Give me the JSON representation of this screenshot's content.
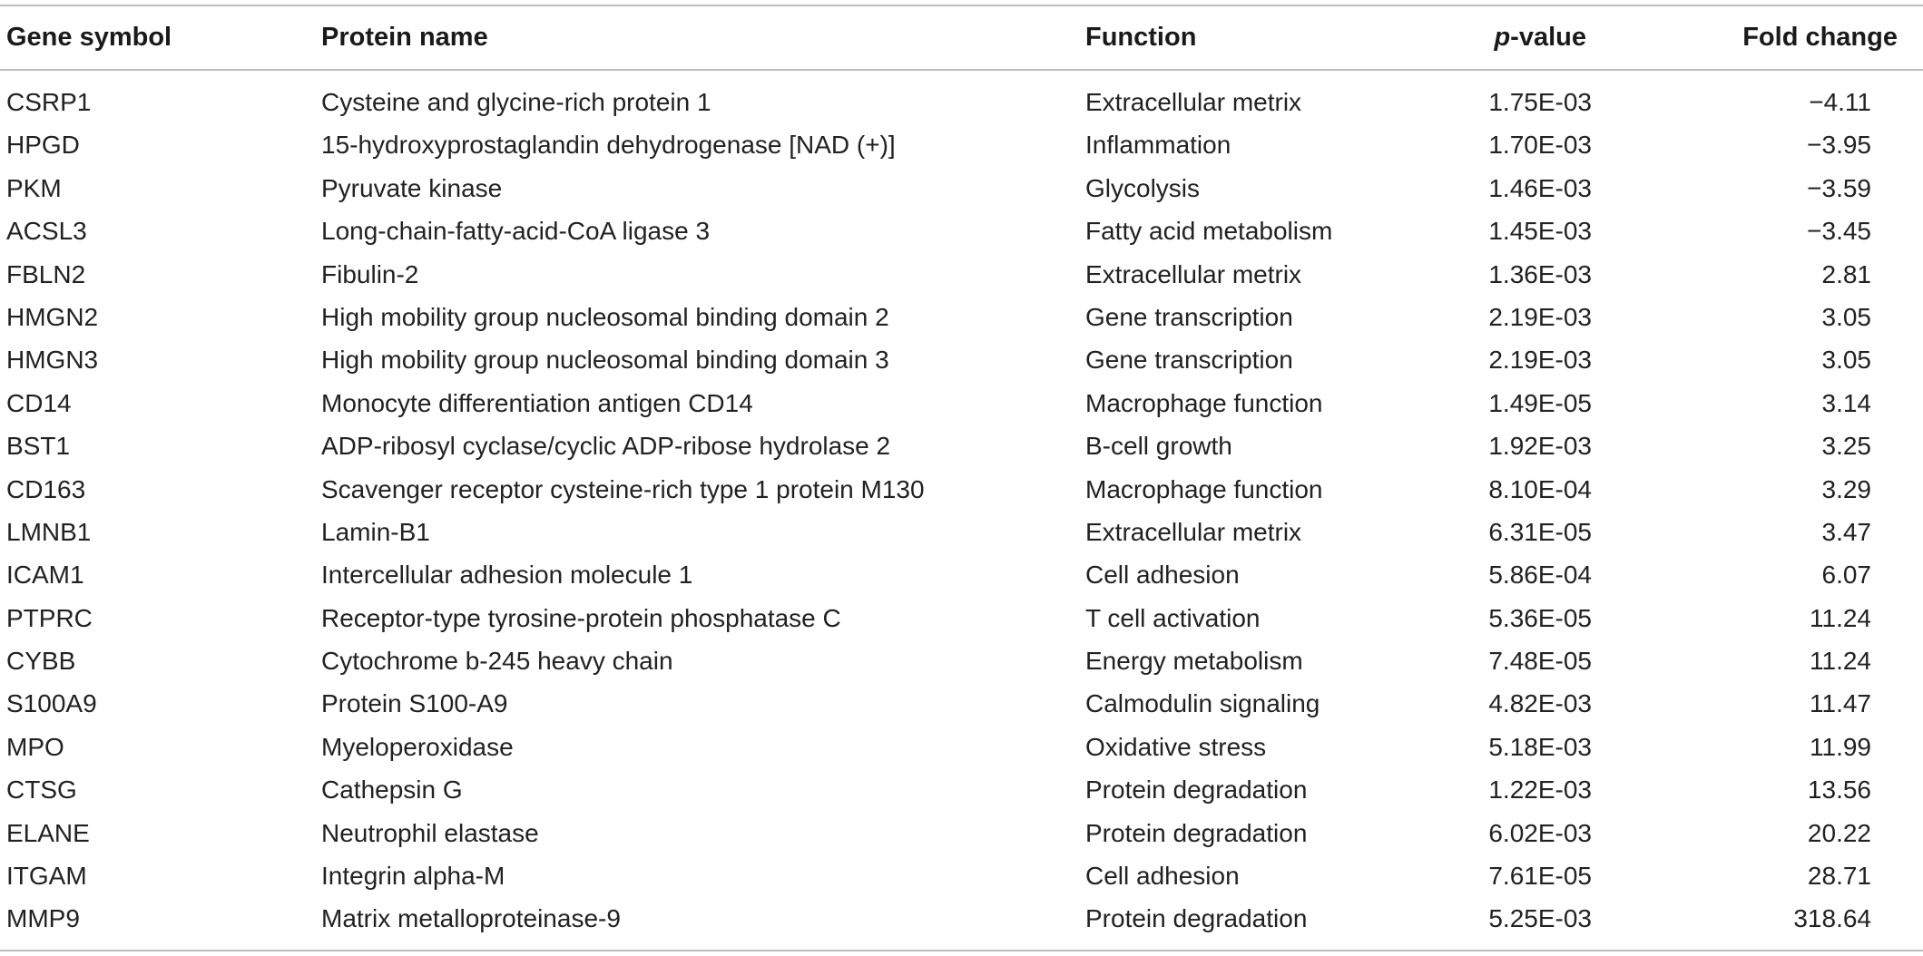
{
  "table": {
    "headers": {
      "gene": "Gene symbol",
      "protein": "Protein name",
      "function": "Function",
      "pvalue_italic": "p",
      "pvalue_rest": "-value",
      "fold": "Fold change"
    },
    "rows": [
      {
        "gene": "CSRP1",
        "protein": "Cysteine and glycine-rich protein 1",
        "function": "Extracellular metrix",
        "pvalue": "1.75E-03",
        "fold": "−4.11"
      },
      {
        "gene": "HPGD",
        "protein": "15-hydroxyprostaglandin dehydrogenase [NAD (+)]",
        "function": "Inflammation",
        "pvalue": "1.70E-03",
        "fold": "−3.95"
      },
      {
        "gene": "PKM",
        "protein": "Pyruvate kinase",
        "function": "Glycolysis",
        "pvalue": "1.46E-03",
        "fold": "−3.59"
      },
      {
        "gene": "ACSL3",
        "protein": "Long-chain-fatty-acid-CoA ligase 3",
        "function": "Fatty acid metabolism",
        "pvalue": "1.45E-03",
        "fold": "−3.45"
      },
      {
        "gene": "FBLN2",
        "protein": "Fibulin-2",
        "function": "Extracellular metrix",
        "pvalue": "1.36E-03",
        "fold": "2.81"
      },
      {
        "gene": "HMGN2",
        "protein": "High mobility group nucleosomal binding domain 2",
        "function": "Gene transcription",
        "pvalue": "2.19E-03",
        "fold": "3.05"
      },
      {
        "gene": "HMGN3",
        "protein": "High mobility group nucleosomal binding domain 3",
        "function": "Gene transcription",
        "pvalue": "2.19E-03",
        "fold": "3.05"
      },
      {
        "gene": "CD14",
        "protein": "Monocyte differentiation antigen CD14",
        "function": "Macrophage function",
        "pvalue": "1.49E-05",
        "fold": "3.14"
      },
      {
        "gene": "BST1",
        "protein": "ADP-ribosyl cyclase/cyclic ADP-ribose hydrolase 2",
        "function": "B-cell growth",
        "pvalue": "1.92E-03",
        "fold": "3.25"
      },
      {
        "gene": "CD163",
        "protein": "Scavenger receptor cysteine-rich type 1 protein M130",
        "function": "Macrophage function",
        "pvalue": "8.10E-04",
        "fold": "3.29"
      },
      {
        "gene": "LMNB1",
        "protein": "Lamin-B1",
        "function": "Extracellular metrix",
        "pvalue": "6.31E-05",
        "fold": "3.47"
      },
      {
        "gene": "ICAM1",
        "protein": "Intercellular adhesion molecule 1",
        "function": "Cell adhesion",
        "pvalue": "5.86E-04",
        "fold": "6.07"
      },
      {
        "gene": "PTPRC",
        "protein": "Receptor-type tyrosine-protein phosphatase C",
        "function": "T cell activation",
        "pvalue": "5.36E-05",
        "fold": "11.24"
      },
      {
        "gene": "CYBB",
        "protein": "Cytochrome b-245 heavy chain",
        "function": "Energy metabolism",
        "pvalue": "7.48E-05",
        "fold": "11.24"
      },
      {
        "gene": "S100A9",
        "protein": "Protein S100-A9",
        "function": "Calmodulin signaling",
        "pvalue": "4.82E-03",
        "fold": "11.47"
      },
      {
        "gene": "MPO",
        "protein": "Myeloperoxidase",
        "function": "Oxidative stress",
        "pvalue": "5.18E-03",
        "fold": "11.99"
      },
      {
        "gene": "CTSG",
        "protein": "Cathepsin G",
        "function": "Protein degradation",
        "pvalue": "1.22E-03",
        "fold": "13.56"
      },
      {
        "gene": "ELANE",
        "protein": "Neutrophil elastase",
        "function": "Protein degradation",
        "pvalue": "6.02E-03",
        "fold": "20.22"
      },
      {
        "gene": "ITGAM",
        "protein": "Integrin alpha-M",
        "function": "Cell adhesion",
        "pvalue": "7.61E-05",
        "fold": "28.71"
      },
      {
        "gene": "MMP9",
        "protein": "Matrix metalloproteinase-9",
        "function": "Protein degradation",
        "pvalue": "5.25E-03",
        "fold": "318.64"
      }
    ]
  }
}
